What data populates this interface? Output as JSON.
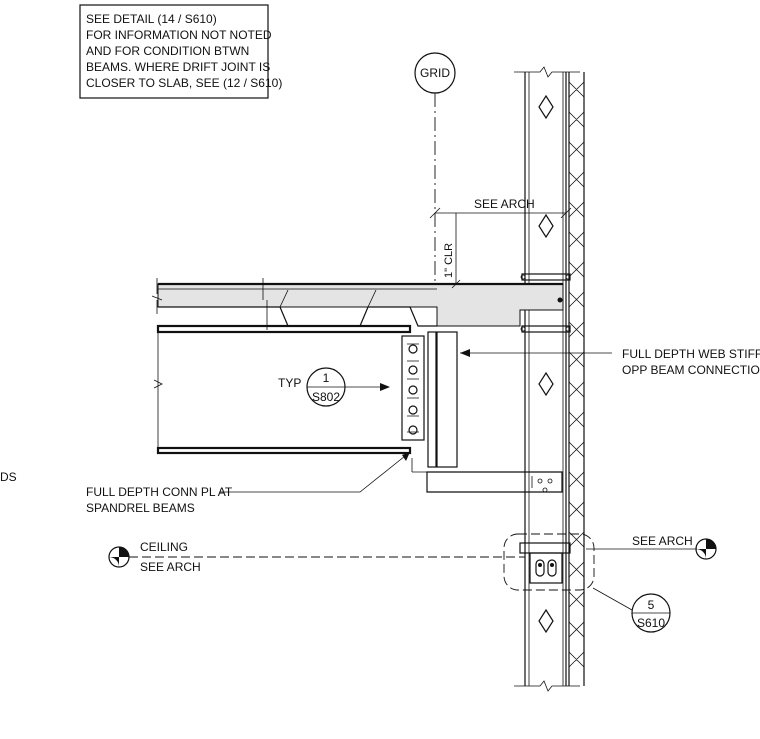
{
  "notes": {
    "detail_box": [
      "SEE DETAIL (14 / S610)",
      "FOR INFORMATION NOT NOTED",
      "AND FOR CONDITION BTWN",
      "BEAMS.  WHERE DRIFT JOINT IS",
      "CLOSER TO SLAB, SEE  (12 / S610)"
    ],
    "left_fragment": "DS",
    "see_arch_top": "SEE ARCH",
    "clearance": "1\" CLR",
    "web_stiff": [
      "FULL DEPTH WEB STIFF",
      "OPP BEAM CONNECTION"
    ],
    "typ": "TYP",
    "conn_pl": [
      "FULL DEPTH CONN PL AT",
      "SPANDREL BEAMS"
    ],
    "ceiling": [
      "CEILING",
      "SEE ARCH"
    ],
    "see_arch_right": "SEE ARCH"
  },
  "grid_bubble": {
    "label": "GRID"
  },
  "section_marks": [
    {
      "id": "typ-detail",
      "number": "1",
      "sheet": "S802"
    },
    {
      "id": "wall-detail",
      "number": "5",
      "sheet": "S610"
    }
  ],
  "icons": {
    "level_target_left": "ceiling-elevation-target-icon",
    "level_target_right": "wall-elevation-target-icon"
  }
}
